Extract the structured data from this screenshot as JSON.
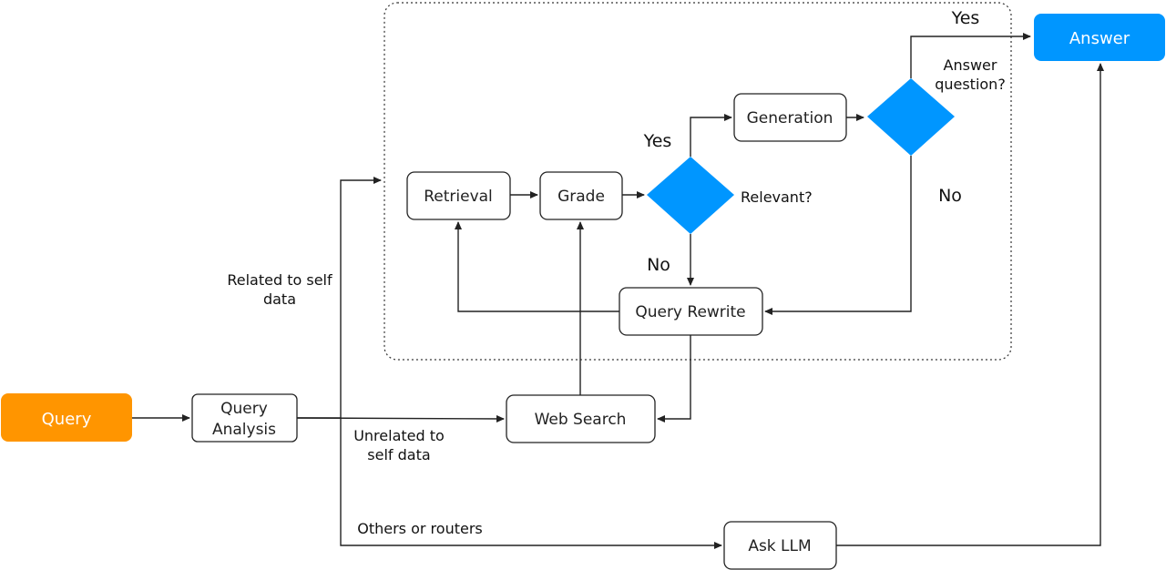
{
  "colors": {
    "query_fill": "#FF9500",
    "answer_fill": "#0096FF",
    "diamond_fill": "#0096FF",
    "line": "#222222"
  },
  "nodes": {
    "query": "Query",
    "query_analysis_line1": "Query",
    "query_analysis_line2": "Analysis",
    "retrieval": "Retrieval",
    "grade": "Grade",
    "generation": "Generation",
    "query_rewrite": "Query Rewrite",
    "web_search": "Web Search",
    "ask_llm": "Ask LLM",
    "answer": "Answer"
  },
  "decisions": {
    "relevant": "Relevant?",
    "answer_question_line1": "Answer",
    "answer_question_line2": "question?"
  },
  "edge_labels": {
    "yes_generation": "Yes",
    "no_rewrite": "No",
    "yes_answer": "Yes",
    "no_answer": "No",
    "related_line1": "Related to self",
    "related_line2": "data",
    "unrelated_line1": "Unrelated to",
    "unrelated_line2": "self data",
    "others": "Others or routers"
  }
}
